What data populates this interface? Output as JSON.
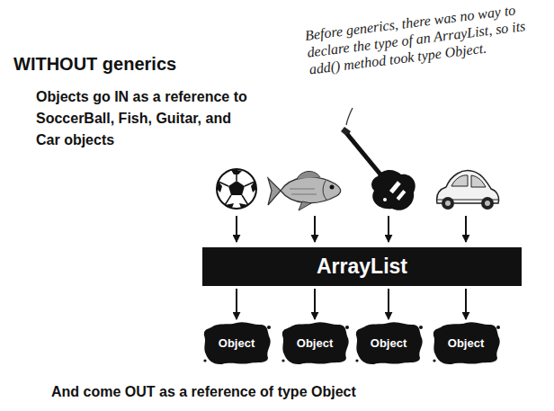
{
  "diagram": {
    "title": "WITHOUT generics",
    "nodes": [
      {
        "text": [
          "ArrayList"
        ]
      },
      {
        "text": [
          "Object"
        ]
      },
      {
        "text": [
          "Object"
        ]
      },
      {
        "text": [
          "Object"
        ]
      },
      {
        "text": [
          "Object"
        ]
      }
    ],
    "edges": [
      {
        "from": 0,
        "to": 1,
        "arrow": "to"
      },
      {
        "from": 0,
        "to": 2,
        "arrow": "to"
      },
      {
        "from": 0,
        "to": 3,
        "arrow": "to"
      },
      {
        "from": 0,
        "to": 4,
        "arrow": "to"
      }
    ],
    "labels": [
      "Objects go IN as a reference to SoccerBall, Fish, Guitar, and Car objects",
      "Before generics, there was no way to declare the type of an ArrayList, so its add() method took type Object.",
      "And come OUT as a reference of type Object"
    ]
  }
}
